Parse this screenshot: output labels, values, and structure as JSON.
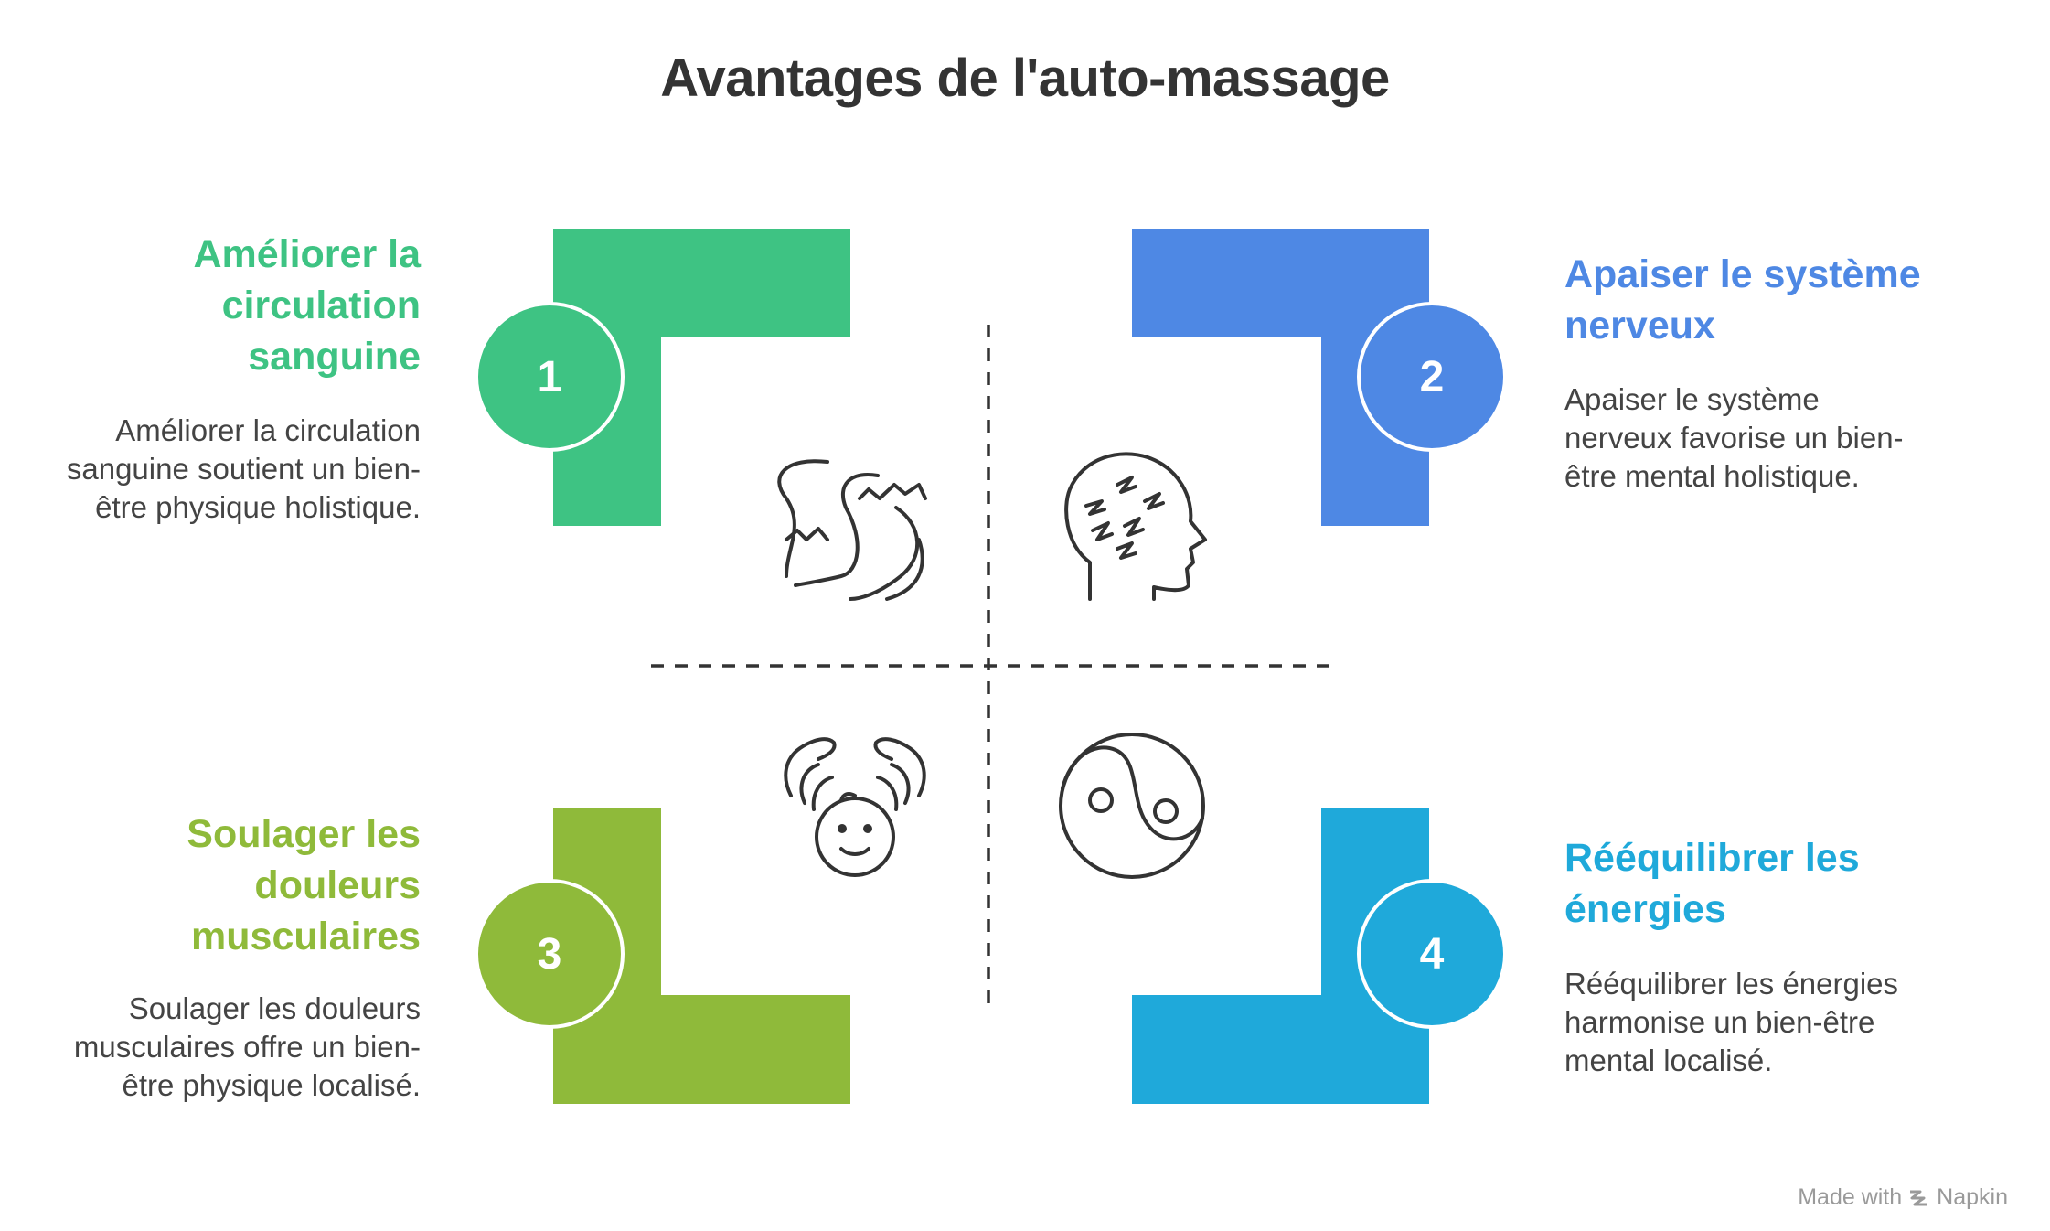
{
  "title": "Avantages de l'auto-massage",
  "items": [
    {
      "number": "1",
      "heading": "Améliorer la circulation sanguine",
      "heading_lines": [
        "Améliorer la",
        "circulation",
        "sanguine"
      ],
      "desc_lines": [
        "Améliorer la circulation",
        "sanguine soutient un bien-",
        "être physique holistique."
      ],
      "color": "#3EC383",
      "icon": "river-icon"
    },
    {
      "number": "2",
      "heading": "Apaiser le système nerveux",
      "heading_lines": [
        "Apaiser le système",
        "nerveux"
      ],
      "desc_lines": [
        "Apaiser le système",
        "nerveux favorise un bien-",
        "être mental holistique."
      ],
      "color": "#4E88E4",
      "icon": "stressed-head-icon"
    },
    {
      "number": "3",
      "heading": "Soulager les douleurs musculaires",
      "heading_lines": [
        "Soulager les",
        "douleurs",
        "musculaires"
      ],
      "desc_lines": [
        "Soulager les douleurs",
        "musculaires offre un bien-",
        "être physique localisé."
      ],
      "color": "#8FBA3A",
      "icon": "hands-face-icon"
    },
    {
      "number": "4",
      "heading": "Rééquilibrer les énergies",
      "heading_lines": [
        "Rééquilibrer les",
        "énergies"
      ],
      "desc_lines": [
        "Rééquilibrer les énergies",
        "harmonise un bien-être",
        "mental localisé."
      ],
      "color": "#1FA9DA",
      "icon": "yin-yang-icon"
    }
  ],
  "footer": {
    "made_with": "Made with",
    "brand": "Napkin"
  }
}
